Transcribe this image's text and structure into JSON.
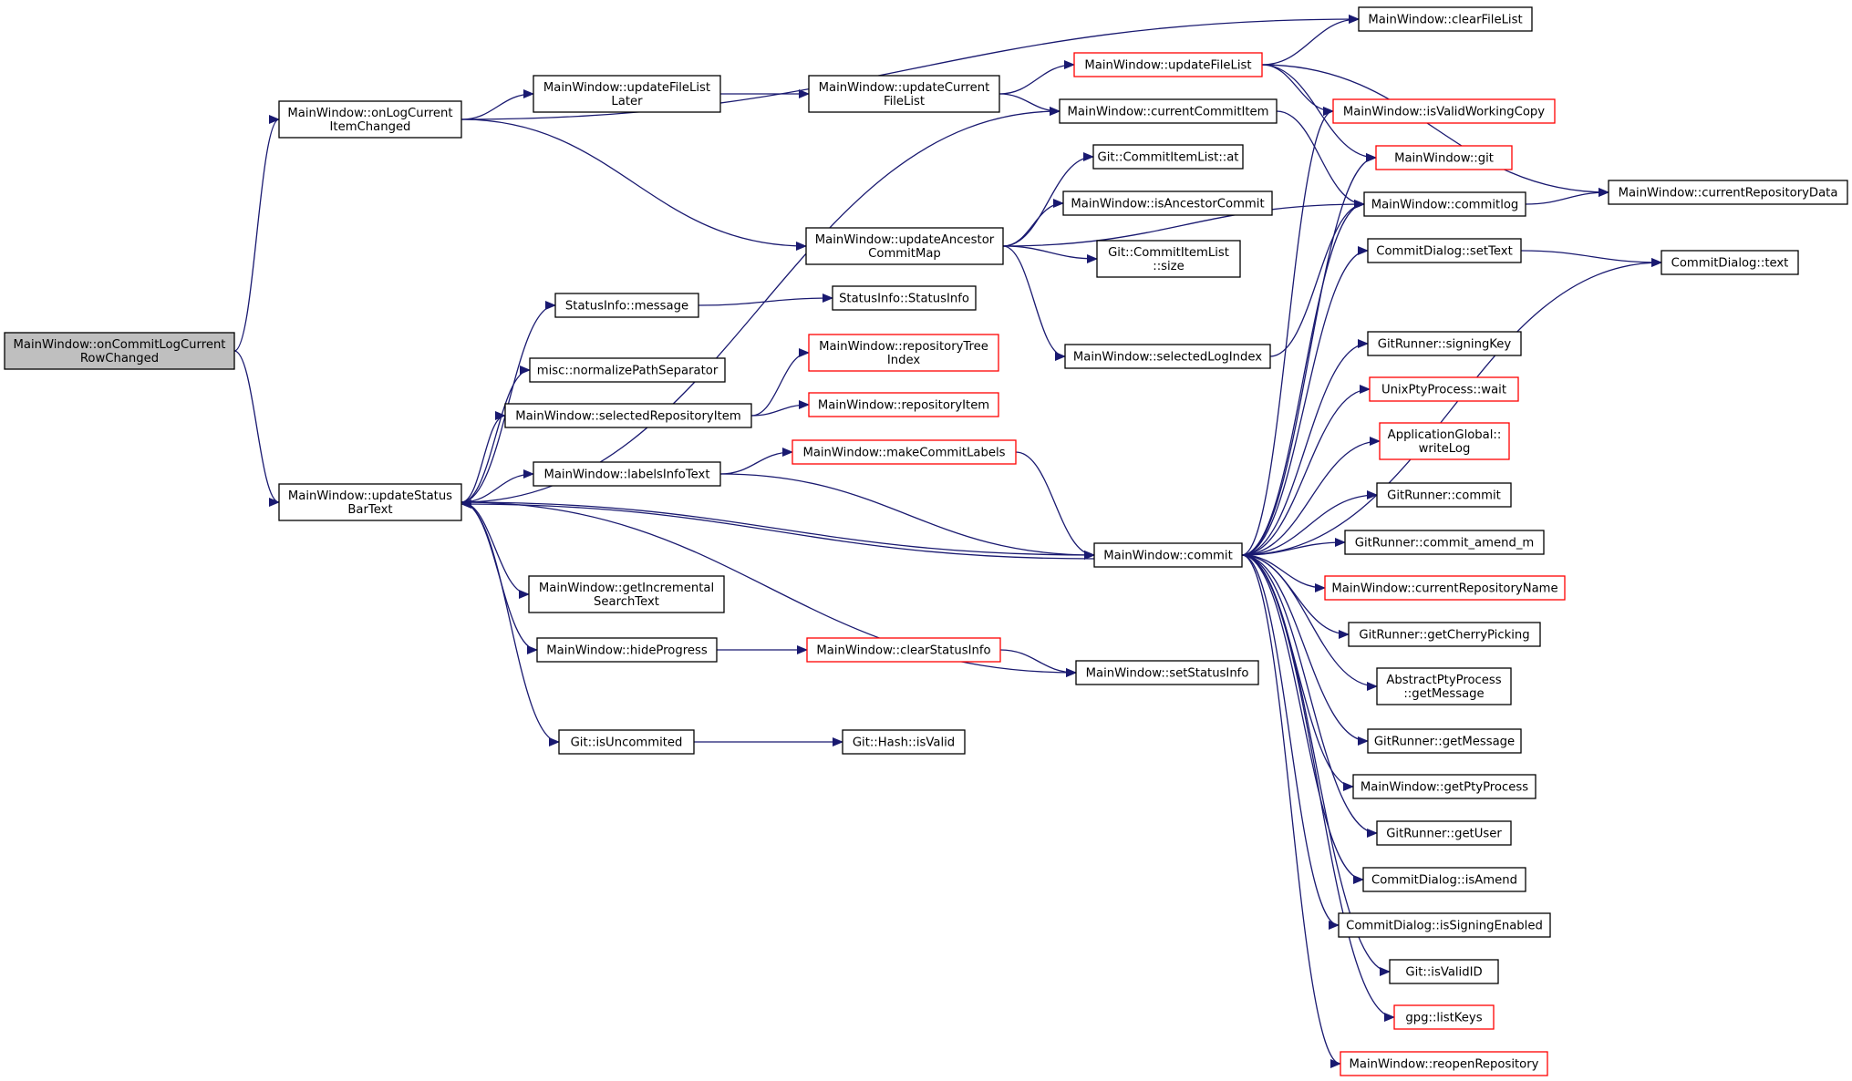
{
  "diagram": {
    "type": "call-graph",
    "colors": {
      "edge": "#191970",
      "node_border": "#000000",
      "node_border_truncated": "#ff0000",
      "root_fill": "#bfbfbf",
      "node_fill": "#ffffff"
    },
    "nodes": [
      {
        "id": "root",
        "lines": [
          "MainWindow::onCommitLogCurrent",
          "RowChanged"
        ],
        "style": "root"
      },
      {
        "id": "onLogCurrentItemChanged",
        "lines": [
          "MainWindow::onLogCurrent",
          "ItemChanged"
        ],
        "style": "normal"
      },
      {
        "id": "updateStatusBarText",
        "lines": [
          "MainWindow::updateStatus",
          "BarText"
        ],
        "style": "normal"
      },
      {
        "id": "clearFileList",
        "lines": [
          "MainWindow::clearFileList"
        ],
        "style": "normal"
      },
      {
        "id": "updateFileListLater",
        "lines": [
          "MainWindow::updateFileList",
          "Later"
        ],
        "style": "normal"
      },
      {
        "id": "updateCurrentFileList",
        "lines": [
          "MainWindow::updateCurrent",
          "FileList"
        ],
        "style": "normal"
      },
      {
        "id": "updateFileList",
        "lines": [
          "MainWindow::updateFileList"
        ],
        "style": "truncated"
      },
      {
        "id": "currentCommitItem",
        "lines": [
          "MainWindow::currentCommitItem"
        ],
        "style": "normal"
      },
      {
        "id": "isValidWorkingCopy",
        "lines": [
          "MainWindow::isValidWorkingCopy"
        ],
        "style": "truncated"
      },
      {
        "id": "git",
        "lines": [
          "MainWindow::git"
        ],
        "style": "truncated"
      },
      {
        "id": "commitlog",
        "lines": [
          "MainWindow::commitlog"
        ],
        "style": "normal"
      },
      {
        "id": "currentRepositoryData",
        "lines": [
          "MainWindow::currentRepositoryData"
        ],
        "style": "normal"
      },
      {
        "id": "commitItemListAt",
        "lines": [
          "Git::CommitItemList::at"
        ],
        "style": "normal"
      },
      {
        "id": "isAncestorCommit",
        "lines": [
          "MainWindow::isAncestorCommit"
        ],
        "style": "normal"
      },
      {
        "id": "updateAncestorCommitMap",
        "lines": [
          "MainWindow::updateAncestor",
          "CommitMap"
        ],
        "style": "normal"
      },
      {
        "id": "commitItemListSize",
        "lines": [
          "Git::CommitItemList",
          "::size"
        ],
        "style": "normal"
      },
      {
        "id": "selectedLogIndex",
        "lines": [
          "MainWindow::selectedLogIndex"
        ],
        "style": "normal"
      },
      {
        "id": "commitDialogSetText",
        "lines": [
          "CommitDialog::setText"
        ],
        "style": "normal"
      },
      {
        "id": "commitDialogText",
        "lines": [
          "CommitDialog::text"
        ],
        "style": "normal"
      },
      {
        "id": "statusInfoMessage",
        "lines": [
          "StatusInfo::message"
        ],
        "style": "normal"
      },
      {
        "id": "statusInfoCtor",
        "lines": [
          "StatusInfo::StatusInfo"
        ],
        "style": "normal"
      },
      {
        "id": "normalizePathSeparator",
        "lines": [
          "misc::normalizePathSeparator"
        ],
        "style": "normal"
      },
      {
        "id": "repositoryTreeIndex",
        "lines": [
          "MainWindow::repositoryTree",
          "Index"
        ],
        "style": "truncated"
      },
      {
        "id": "selectedRepositoryItem",
        "lines": [
          "MainWindow::selectedRepositoryItem"
        ],
        "style": "normal"
      },
      {
        "id": "repositoryItem",
        "lines": [
          "MainWindow::repositoryItem"
        ],
        "style": "truncated"
      },
      {
        "id": "signingKey",
        "lines": [
          "GitRunner::signingKey"
        ],
        "style": "normal"
      },
      {
        "id": "unixPtyWait",
        "lines": [
          "UnixPtyProcess::wait"
        ],
        "style": "truncated"
      },
      {
        "id": "writeLog",
        "lines": [
          "ApplicationGlobal::",
          "writeLog"
        ],
        "style": "truncated"
      },
      {
        "id": "makeCommitLabels",
        "lines": [
          "MainWindow::makeCommitLabels"
        ],
        "style": "truncated"
      },
      {
        "id": "labelsInfoText",
        "lines": [
          "MainWindow::labelsInfoText"
        ],
        "style": "normal"
      },
      {
        "id": "gitRunnerCommit",
        "lines": [
          "GitRunner::commit"
        ],
        "style": "normal"
      },
      {
        "id": "commit",
        "lines": [
          "MainWindow::commit"
        ],
        "style": "normal"
      },
      {
        "id": "commitAmendM",
        "lines": [
          "GitRunner::commit_amend_m"
        ],
        "style": "normal"
      },
      {
        "id": "currentRepositoryName",
        "lines": [
          "MainWindow::currentRepositoryName"
        ],
        "style": "truncated"
      },
      {
        "id": "getIncrementalSearchText",
        "lines": [
          "MainWindow::getIncremental",
          "SearchText"
        ],
        "style": "normal"
      },
      {
        "id": "getCherryPicking",
        "lines": [
          "GitRunner::getCherryPicking"
        ],
        "style": "normal"
      },
      {
        "id": "hideProgress",
        "lines": [
          "MainWindow::hideProgress"
        ],
        "style": "normal"
      },
      {
        "id": "clearStatusInfo",
        "lines": [
          "MainWindow::clearStatusInfo"
        ],
        "style": "truncated"
      },
      {
        "id": "setStatusInfo",
        "lines": [
          "MainWindow::setStatusInfo"
        ],
        "style": "normal"
      },
      {
        "id": "abstractGetMessage",
        "lines": [
          "AbstractPtyProcess",
          "::getMessage"
        ],
        "style": "normal"
      },
      {
        "id": "isUncommited",
        "lines": [
          "Git::isUncommited"
        ],
        "style": "normal"
      },
      {
        "id": "hashIsValid",
        "lines": [
          "Git::Hash::isValid"
        ],
        "style": "normal"
      },
      {
        "id": "gitRunnerGetMessage",
        "lines": [
          "GitRunner::getMessage"
        ],
        "style": "normal"
      },
      {
        "id": "getPtyProcess",
        "lines": [
          "MainWindow::getPtyProcess"
        ],
        "style": "normal"
      },
      {
        "id": "getUser",
        "lines": [
          "GitRunner::getUser"
        ],
        "style": "normal"
      },
      {
        "id": "isAmend",
        "lines": [
          "CommitDialog::isAmend"
        ],
        "style": "normal"
      },
      {
        "id": "isSigningEnabled",
        "lines": [
          "CommitDialog::isSigningEnabled"
        ],
        "style": "normal"
      },
      {
        "id": "isValidID",
        "lines": [
          "Git::isValidID"
        ],
        "style": "normal"
      },
      {
        "id": "listKeys",
        "lines": [
          "gpg::listKeys"
        ],
        "style": "truncated"
      },
      {
        "id": "reopenRepository",
        "lines": [
          "MainWindow::reopenRepository"
        ],
        "style": "truncated"
      }
    ],
    "edges": [
      [
        "root",
        "onLogCurrentItemChanged"
      ],
      [
        "root",
        "updateStatusBarText"
      ],
      [
        "onLogCurrentItemChanged",
        "clearFileList"
      ],
      [
        "onLogCurrentItemChanged",
        "updateFileListLater"
      ],
      [
        "onLogCurrentItemChanged",
        "updateAncestorCommitMap"
      ],
      [
        "updateFileListLater",
        "updateCurrentFileList"
      ],
      [
        "updateCurrentFileList",
        "updateFileList"
      ],
      [
        "updateCurrentFileList",
        "currentCommitItem"
      ],
      [
        "updateFileList",
        "clearFileList"
      ],
      [
        "updateFileList",
        "isValidWorkingCopy"
      ],
      [
        "updateFileList",
        "git"
      ],
      [
        "updateFileList",
        "currentRepositoryData"
      ],
      [
        "currentCommitItem",
        "commitlog"
      ],
      [
        "commitlog",
        "currentRepositoryData"
      ],
      [
        "updateAncestorCommitMap",
        "commitItemListAt"
      ],
      [
        "updateAncestorCommitMap",
        "isAncestorCommit"
      ],
      [
        "updateAncestorCommitMap",
        "commitItemListSize"
      ],
      [
        "updateAncestorCommitMap",
        "selectedLogIndex"
      ],
      [
        "updateAncestorCommitMap",
        "commitlog"
      ],
      [
        "selectedLogIndex",
        "commitlog"
      ],
      [
        "commitDialogSetText",
        "commitDialogText"
      ],
      [
        "updateStatusBarText",
        "currentCommitItem"
      ],
      [
        "updateStatusBarText",
        "statusInfoMessage"
      ],
      [
        "updateStatusBarText",
        "normalizePathSeparator"
      ],
      [
        "updateStatusBarText",
        "selectedRepositoryItem"
      ],
      [
        "updateStatusBarText",
        "labelsInfoText"
      ],
      [
        "updateStatusBarText",
        "commit"
      ],
      [
        "updateStatusBarText",
        "getIncrementalSearchText"
      ],
      [
        "updateStatusBarText",
        "hideProgress"
      ],
      [
        "updateStatusBarText",
        "setStatusInfo"
      ],
      [
        "updateStatusBarText",
        "isUncommited"
      ],
      [
        "statusInfoMessage",
        "statusInfoCtor"
      ],
      [
        "selectedRepositoryItem",
        "repositoryTreeIndex"
      ],
      [
        "selectedRepositoryItem",
        "repositoryItem"
      ],
      [
        "labelsInfoText",
        "makeCommitLabels"
      ],
      [
        "labelsInfoText",
        "commit"
      ],
      [
        "makeCommitLabels",
        "commit"
      ],
      [
        "commit",
        "updateStatusBarText"
      ],
      [
        "commit",
        "isValidWorkingCopy"
      ],
      [
        "commit",
        "git"
      ],
      [
        "commit",
        "commitlog"
      ],
      [
        "commit",
        "commitDialogSetText"
      ],
      [
        "commit",
        "commitDialogText"
      ],
      [
        "commit",
        "signingKey"
      ],
      [
        "commit",
        "unixPtyWait"
      ],
      [
        "commit",
        "writeLog"
      ],
      [
        "commit",
        "gitRunnerCommit"
      ],
      [
        "commit",
        "commitAmendM"
      ],
      [
        "commit",
        "currentRepositoryName"
      ],
      [
        "commit",
        "getCherryPicking"
      ],
      [
        "commit",
        "abstractGetMessage"
      ],
      [
        "commit",
        "gitRunnerGetMessage"
      ],
      [
        "commit",
        "getPtyProcess"
      ],
      [
        "commit",
        "getUser"
      ],
      [
        "commit",
        "isAmend"
      ],
      [
        "commit",
        "isSigningEnabled"
      ],
      [
        "commit",
        "isValidID"
      ],
      [
        "commit",
        "listKeys"
      ],
      [
        "commit",
        "reopenRepository"
      ],
      [
        "hideProgress",
        "clearStatusInfo"
      ],
      [
        "clearStatusInfo",
        "setStatusInfo"
      ],
      [
        "isUncommited",
        "hashIsValid"
      ]
    ]
  }
}
